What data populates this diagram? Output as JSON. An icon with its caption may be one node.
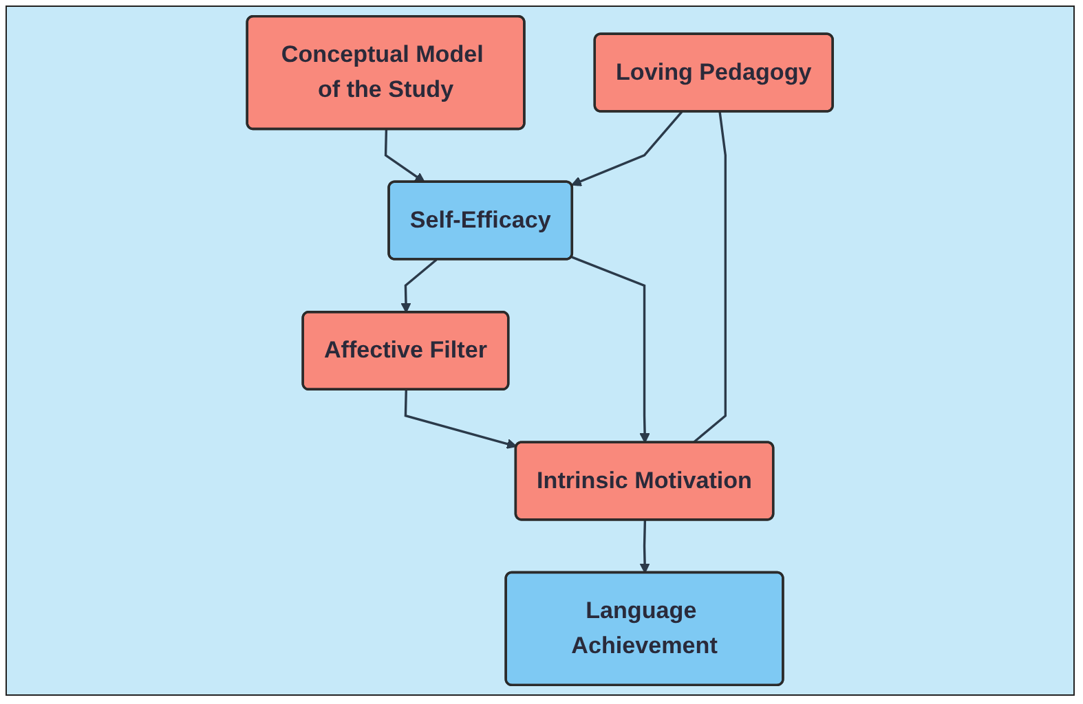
{
  "diagram": {
    "nodes": [
      {
        "text": [
          "Conceptual Model of the Study"
        ]
      },
      {
        "text": [
          "Loving Pedagogy"
        ]
      },
      {
        "text": [
          "Self-Efficacy"
        ]
      },
      {
        "text": [
          "Affective Filter"
        ]
      },
      {
        "text": [
          "Intrinsic Motivation"
        ]
      },
      {
        "text": [
          "Language Achievement"
        ]
      }
    ],
    "edges": [
      {
        "from": 0,
        "to": 2,
        "arrow": "to"
      },
      {
        "from": 1,
        "to": 2,
        "arrow": "to"
      },
      {
        "from": 2,
        "to": 3,
        "arrow": "to"
      },
      {
        "from": 2,
        "to": 4,
        "arrow": "to"
      },
      {
        "from": 1,
        "to": 4,
        "arrow": "none"
      },
      {
        "from": 3,
        "to": 4,
        "arrow": "to"
      },
      {
        "from": 4,
        "to": 5,
        "arrow": "to"
      }
    ]
  }
}
